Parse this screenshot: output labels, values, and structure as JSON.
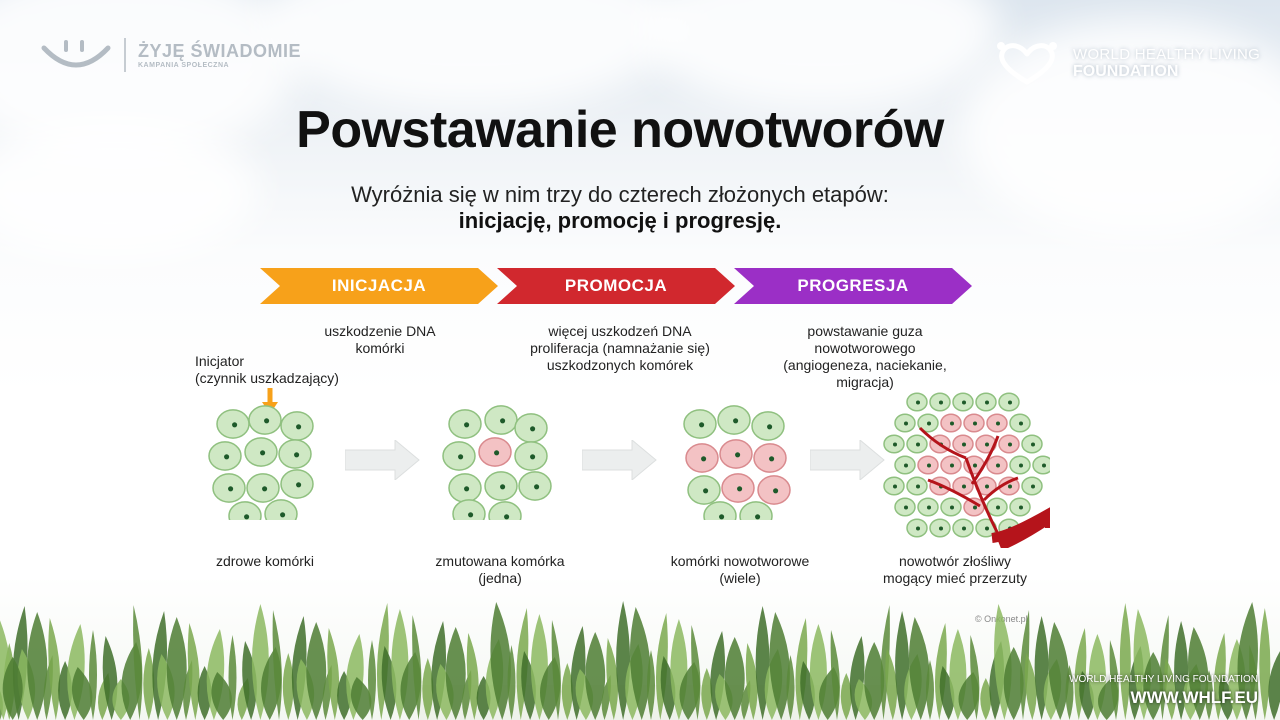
{
  "header": {
    "logo_left_name": "ŻYJĘ ŚWIADOMIE",
    "logo_left_sub": "KAMPANIA SPOŁECZNA",
    "logo_right_line1": "WORLD HEALTHY LIVING",
    "logo_right_line2": "FOUNDATION"
  },
  "title": "Powstawanie nowotworów",
  "subtitle_line1": "Wyróżnia się w nim trzy do czterech złożonych etapów:",
  "subtitle_line2": "inicjację, promocję i progresję.",
  "stages": [
    {
      "label": "INICJACJA",
      "color": "#f7a11a",
      "description": "uszkodzenie DNA\nkomórki"
    },
    {
      "label": "PROMOCJA",
      "color": "#d1282e",
      "description": "więcej uszkodzeń DNA\nproliferacja (namnażanie się)\nuszkodzonych komórek"
    },
    {
      "label": "PROGRESJA",
      "color": "#9b2fc6",
      "description": "powstawanie guza\nnowotworowego\n(angiogeneza, naciekanie,\nmigracja)"
    }
  ],
  "initiator_label": "Inicjator\n(czynnik uszkadzający)",
  "cell_groups": [
    {
      "label": "zdrowe komórki"
    },
    {
      "label": "zmutowana komórka\n(jedna)"
    },
    {
      "label": "komórki nowotworowe\n(wiele)"
    },
    {
      "label": "nowotwór złośliwy\nmogący mieć przerzuty"
    }
  ],
  "credit": "© Onkonet.pl",
  "footer": {
    "line1": "WORLD HEALTHY LIVING FOUNDATION",
    "line2": "WWW.WHLF.EU"
  },
  "colors": {
    "healthy_cell": "#cfe8c4",
    "healthy_cell_border": "#8fc07f",
    "mutated_cell": "#f3c2c4",
    "mutated_cell_border": "#d98a8e",
    "nucleus": "#1e5a2a",
    "vessel": "#b5141b"
  }
}
